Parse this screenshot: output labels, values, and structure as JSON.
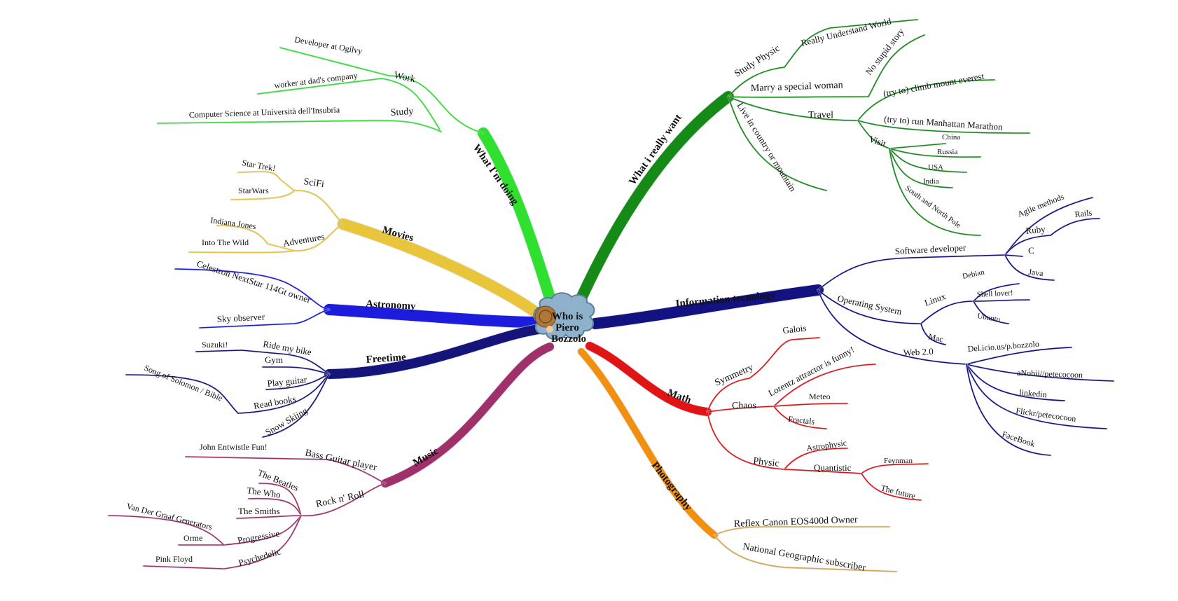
{
  "center": {
    "title_lines": [
      "Who is",
      "Piero",
      "Bozzolo"
    ]
  },
  "branches": {
    "doing": {
      "label": "What I'm doing",
      "color": "#2fe02f",
      "work": "Work",
      "work_ogilvy": "Developer at Ogilvy",
      "work_dad": "worker at dad's company",
      "study": "Study",
      "study_uni": "Computer Science at Università dell'Insubria"
    },
    "movies": {
      "label": "Movies",
      "color": "#e8c53a",
      "scifi": "SciFi",
      "startrek": "Star Trek!",
      "starwars": "StarWars",
      "adventures": "Adventures",
      "indiana": "Indiana Jones",
      "wild": "Into The Wild"
    },
    "astronomy": {
      "label": "Astronomy",
      "color": "#1c1cdc",
      "celestron": "Celestron NextStar 114Gt owner",
      "observer": "Sky observer"
    },
    "freetime": {
      "label": "Freetime",
      "color": "#14147a",
      "bike": "Ride my bike",
      "suzuki": "Suzuki!",
      "gym": "Gym",
      "guitar": "Play guitar",
      "books": "Read books",
      "solomon": "Song of Solomon / Bible",
      "skiing": "Snow Skiing"
    },
    "music": {
      "label": "Music",
      "color": "#a0306a",
      "bass": "Bass Guitar player",
      "entwistle": "John Entwistle Fun!",
      "rock": "Rock n' Roll",
      "beatles": "The Beatles",
      "who": "The Who",
      "smiths": "The Smiths",
      "progressive": "Progressive",
      "vdgg": "Van Der Graaf Generators",
      "orme": "Orme",
      "psychedelic": "Psychedelic",
      "floyd": "Pink Floyd"
    },
    "want": {
      "label": "What i really want",
      "color": "#168a16",
      "physic": "Study Physic",
      "world": "Really Understand World",
      "marry": "Marry a special woman",
      "nostupid": "No stupid story",
      "travel": "Travel",
      "everest": "(try to) climb mount everest",
      "marathon": "(try to) run Manhattan Marathon",
      "visit": "Visit",
      "china": "China",
      "russia": "Russia",
      "usa": "USA",
      "india": "India",
      "poles": "South and North Pole",
      "country": "Live in country or mountain"
    },
    "it": {
      "label": "Information tecnology",
      "color": "#121280",
      "software": "Software developer",
      "agile": "Agile methods",
      "ruby": "Ruby",
      "rails": "Rails",
      "c": "C",
      "java": "Java",
      "os": "Operating System",
      "linux": "Linux",
      "debian": "Debian",
      "shell": "Shell lover!",
      "ubuntu": "Ubuntu",
      "mac": "Mac",
      "web": "Web 2.0",
      "delicious": "Del.icio.us/p.bozzolo",
      "anobii": "aNobii//petecocoon",
      "linkedin": "linkedin",
      "flickr": "Flickr/petecocoon",
      "facebook": "FaceBook"
    },
    "math": {
      "label": "Math",
      "color": "#e01414",
      "symmetry": "Symmetry",
      "galois": "Galois",
      "chaos": "Chaos",
      "lorentz": "Lorentz attractor is funny!",
      "meteo": "Meteo",
      "fractals": "Fractals",
      "physic": "Physic",
      "astro": "Astrophysic",
      "quant": "Quantistic",
      "feynman": "Feynman",
      "future": "The future"
    },
    "photo": {
      "label": "Photography",
      "color": "#f0900c",
      "leaf_color": "#d8a850",
      "canon": "Reflex Canon EOS400d Owner",
      "natgeo": "National Geographic subscriber"
    }
  }
}
